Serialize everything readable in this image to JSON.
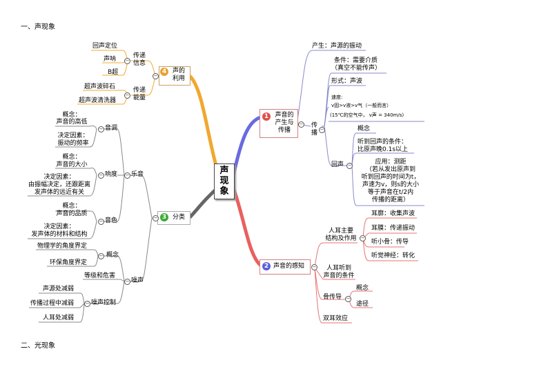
{
  "headings": {
    "sound": "一、声现象",
    "light": "二、光现象"
  },
  "center": {
    "l1": "声",
    "l2": "现",
    "l3": "象"
  },
  "branch1": {
    "num": "1",
    "title_l1": "声音的",
    "title_l2": "产生与",
    "title_l3": "传播",
    "produce": "产生：声源的振动",
    "spread": {
      "label_l1": "传",
      "label_l2": "播",
      "condition_l1": "条件：需要介质",
      "condition_l2": "（真空不能传声）",
      "form": "形式：声波",
      "speed_l1": "速度:",
      "speed_l2": "v固>v液>v气（一般而言）",
      "speed_l3": "(15℃的空气中，  v声 = 340m/s)",
      "echo": {
        "label": "回声",
        "concept": "概念",
        "cond_l1": "听到回声的条件：",
        "cond_l2": "比原声晚0.1s以上",
        "app_l1": "应用：测距",
        "app_l2": "（若从发出原声到",
        "app_l3": "听到回声的时间为t，",
        "app_l4": "声速为v，则s的大小",
        "app_l5": "等于声音在t/2内",
        "app_l6": "传播的距离）"
      }
    }
  },
  "branch2": {
    "num": "2",
    "title": "声音的感知",
    "ear_l1": "人耳主要",
    "ear_l2": "结构及作用",
    "ear_items": [
      "耳廓：收集声波",
      "耳膜：传递振动",
      "听小骨：传导",
      "听觉神经：转化"
    ],
    "hear_l1": "人耳听到",
    "hear_l2": "声音的条件",
    "bone": "骨传导",
    "bone_items": [
      "概念",
      "途径"
    ],
    "binaural": "双耳效应"
  },
  "branch3": {
    "num": "3",
    "title": "分类",
    "music": "乐音",
    "pitch": {
      "label": "音调",
      "concept_l1": "概念：",
      "concept_l2": "声音的高低",
      "decide_l1": "决定因素：",
      "decide_l2": "振动的频率"
    },
    "loud": {
      "label": "响度",
      "concept_l1": "概念：",
      "concept_l2": "声音的大小",
      "decide_l1": "决定因素：",
      "decide_l2": "由振幅决定，还跟距离",
      "decide_l3": "发声体的远近有关"
    },
    "timbre": {
      "label": "音色",
      "concept_l1": "概念：",
      "concept_l2": "声音的品质",
      "decide_l1": "决定因素：",
      "decide_l2": "发声体的材料和结构"
    },
    "noise": "噪声",
    "noise_concept": "概念",
    "noise_concept_items": [
      "物理学的角度界定",
      "环保角度界定"
    ],
    "level": "等级和危害",
    "control": "噪声控制",
    "control_items": [
      "声源处减弱",
      "传播过程中减弱",
      "人耳处减弱"
    ]
  },
  "branch4": {
    "num": "4",
    "title_l1": "声的",
    "title_l2": "利用",
    "info_l1": "传递",
    "info_l2": "信息",
    "info_items": [
      "回声定位",
      "声呐",
      "B超"
    ],
    "energy_l1": "传递",
    "energy_l2": "能量",
    "energy_items": [
      "超声波碎石",
      "超声波清洗器"
    ]
  },
  "colors": {
    "b1": "#e05050",
    "b2": "#5b5fd8",
    "b3": "#3aaa35",
    "b4": "#e8a030",
    "line1": "#8888d0",
    "line3": "#888888",
    "line4": "#f0a830",
    "line2": "#e87070"
  }
}
